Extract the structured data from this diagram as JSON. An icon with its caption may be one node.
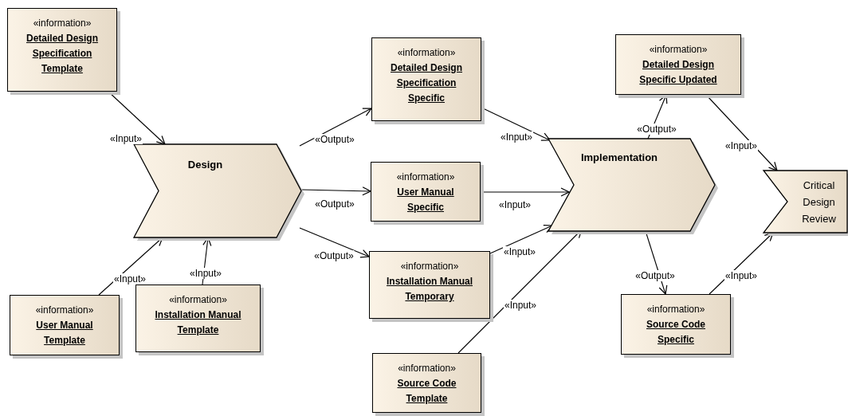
{
  "diagram": {
    "nodes": [
      {
        "text": [
          "«information»",
          "Detailed Design Specification Template"
        ]
      },
      {
        "text": [
          "Design"
        ]
      },
      {
        "text": [
          "«information»",
          "User Manual Template"
        ]
      },
      {
        "text": [
          "«information»",
          "Installation Manual Template"
        ]
      },
      {
        "text": [
          "«information»",
          "Detailed Design Specification Specific"
        ]
      },
      {
        "text": [
          "«information»",
          "User Manual Specific"
        ]
      },
      {
        "text": [
          "«information»",
          "Installation Manual Temporary"
        ]
      },
      {
        "text": [
          "«information»",
          "Source Code Template"
        ]
      },
      {
        "text": [
          "Implementation"
        ]
      },
      {
        "text": [
          "«information»",
          "Detailed Design Specific Updated"
        ]
      },
      {
        "text": [
          "Critical Design Review"
        ]
      },
      {
        "text": [
          "«information»",
          "Source Code Specific"
        ]
      }
    ],
    "edges": [
      {
        "from": 0,
        "to": 1,
        "arrow": "to",
        "label": "«Input»"
      },
      {
        "from": 2,
        "to": 1,
        "arrow": "to",
        "label": "«Input»"
      },
      {
        "from": 3,
        "to": 1,
        "arrow": "to",
        "label": "«Input»"
      },
      {
        "from": 1,
        "to": 4,
        "arrow": "to",
        "label": "«Output»"
      },
      {
        "from": 1,
        "to": 5,
        "arrow": "to",
        "label": "«Output»"
      },
      {
        "from": 1,
        "to": 6,
        "arrow": "to",
        "label": "«Output»"
      },
      {
        "from": 4,
        "to": 8,
        "arrow": "to",
        "label": "«Input»"
      },
      {
        "from": 5,
        "to": 8,
        "arrow": "to",
        "label": "«Input»"
      },
      {
        "from": 6,
        "to": 8,
        "arrow": "to",
        "label": "«Input»"
      },
      {
        "from": 7,
        "to": 8,
        "arrow": "to",
        "label": "«Input»"
      },
      {
        "from": 8,
        "to": 9,
        "arrow": "to",
        "label": "«Output»"
      },
      {
        "from": 9,
        "to": 10,
        "arrow": "to",
        "label": "«Input»"
      },
      {
        "from": 8,
        "to": 11,
        "arrow": "to",
        "label": "«Output»"
      },
      {
        "from": 11,
        "to": 10,
        "arrow": "to",
        "label": "«Input»"
      }
    ]
  }
}
